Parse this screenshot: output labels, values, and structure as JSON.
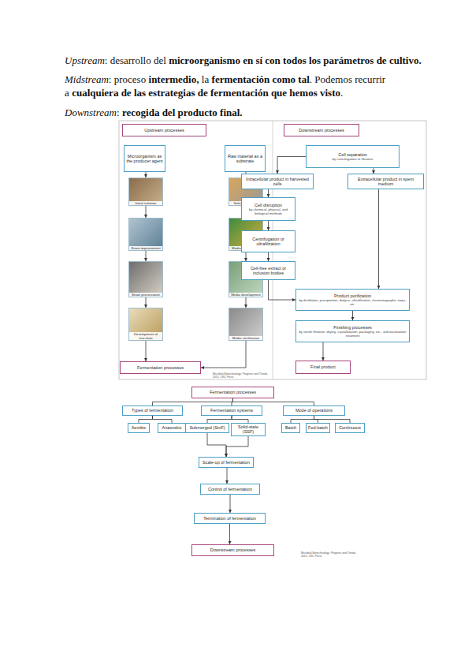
{
  "diagram": {
    "nodes": [
      {
        "text": [
          "Upstream processes"
        ]
      },
      {
        "text": [
          "Microorganism as the producer agent"
        ]
      },
      {
        "text": [
          "Initial isolation"
        ]
      },
      {
        "text": [
          "Strain improvement"
        ]
      },
      {
        "text": [
          "Strain preservation"
        ]
      },
      {
        "text": [
          "Development of inoculum"
        ]
      },
      {
        "text": [
          "Raw material as a substrate"
        ]
      },
      {
        "text": [
          "Select substrate"
        ]
      },
      {
        "text": [
          "Media optimization"
        ]
      },
      {
        "text": [
          "Media development"
        ]
      },
      {
        "text": [
          "Media sterilization"
        ]
      },
      {
        "text": [
          "Fermentation processes"
        ]
      },
      {
        "text": [
          "Downstream processes"
        ]
      },
      {
        "text": [
          "Cell separation",
          "by centrifugation or filtration"
        ]
      },
      {
        "text": [
          "Intracellular product in harvested cells"
        ]
      },
      {
        "text": [
          "Extracellular product in spent medium"
        ]
      },
      {
        "text": [
          "Cell disruption",
          "by chemical, physical, and biological methods"
        ]
      },
      {
        "text": [
          "Centrifugation or ultrafiltration"
        ]
      },
      {
        "text": [
          "Cell-free extract or inclusion bodies"
        ]
      },
      {
        "text": [
          "Product purification",
          "by distillation, precipitation, dialysis, ultrafiltration, chromatographic steps, etc."
        ]
      },
      {
        "text": [
          "Finishing processes",
          "by sterile filtration, drying, crystallization, packaging, etc., and wastewater treatment"
        ]
      },
      {
        "text": [
          "Final product"
        ]
      },
      {
        "text": [
          "Fermentation processes"
        ]
      },
      {
        "text": [
          "Types of fermentation"
        ]
      },
      {
        "text": [
          "Aerobic"
        ]
      },
      {
        "text": [
          "Anaerobic"
        ]
      },
      {
        "text": [
          "Fermentation systems"
        ]
      },
      {
        "text": [
          "Submerged (SmF)"
        ]
      },
      {
        "text": [
          "Solid-state (SSF)"
        ]
      },
      {
        "text": [
          "Mode of operations"
        ]
      },
      {
        "text": [
          "Batch"
        ]
      },
      {
        "text": [
          "Fed-batch"
        ]
      },
      {
        "text": [
          "Continuous"
        ]
      },
      {
        "text": [
          "Scale-up of fermentation"
        ]
      },
      {
        "text": [
          "Control of fermentation"
        ]
      },
      {
        "text": [
          "Termination of fermentation"
        ]
      },
      {
        "text": [
          "Downstream processes"
        ]
      }
    ],
    "edges": [
      {
        "from": 1,
        "to": 2,
        "arrow": "to"
      },
      {
        "from": 2,
        "to": 3,
        "arrow": "to"
      },
      {
        "from": 3,
        "to": 4,
        "arrow": "to"
      },
      {
        "from": 4,
        "to": 5,
        "arrow": "to"
      },
      {
        "from": 5,
        "to": 11,
        "arrow": "to"
      },
      {
        "from": 6,
        "to": 7,
        "arrow": "to"
      },
      {
        "from": 7,
        "to": 8,
        "arrow": "to"
      },
      {
        "from": 8,
        "to": 9,
        "arrow": "to"
      },
      {
        "from": 9,
        "to": 10,
        "arrow": "to"
      },
      {
        "from": 10,
        "to": 11,
        "arrow": "to"
      },
      {
        "from": 13,
        "to": 14,
        "arrow": "to"
      },
      {
        "from": 13,
        "to": 15,
        "arrow": "to"
      },
      {
        "from": 14,
        "to": 16,
        "arrow": "to"
      },
      {
        "from": 16,
        "to": 17,
        "arrow": "to"
      },
      {
        "from": 17,
        "to": 18,
        "arrow": "to"
      },
      {
        "from": 18,
        "to": 19,
        "arrow": "to"
      },
      {
        "from": 15,
        "to": 19,
        "arrow": "to"
      },
      {
        "from": 19,
        "to": 20,
        "arrow": "to"
      },
      {
        "from": 20,
        "to": 21,
        "arrow": "to"
      },
      {
        "from": 22,
        "to": 23,
        "arrow": "none"
      },
      {
        "from": 22,
        "to": 26,
        "arrow": "none"
      },
      {
        "from": 22,
        "to": 29,
        "arrow": "none"
      },
      {
        "from": 23,
        "to": 24,
        "arrow": "none"
      },
      {
        "from": 23,
        "to": 25,
        "arrow": "none"
      },
      {
        "from": 26,
        "to": 27,
        "arrow": "none"
      },
      {
        "from": 26,
        "to": 28,
        "arrow": "none"
      },
      {
        "from": 29,
        "to": 30,
        "arrow": "none"
      },
      {
        "from": 29,
        "to": 31,
        "arrow": "none"
      },
      {
        "from": 29,
        "to": 32,
        "arrow": "none"
      },
      {
        "from": 27,
        "to": 33,
        "arrow": "to"
      },
      {
        "from": 28,
        "to": 33,
        "arrow": "to"
      },
      {
        "from": 33,
        "to": 34,
        "arrow": "to"
      },
      {
        "from": 34,
        "to": 35,
        "arrow": "to"
      },
      {
        "from": 35,
        "to": 36,
        "arrow": "to"
      }
    ],
    "labels": [
      "Upstream",
      ": desarrollo del",
      "microorganismo en sí con todos los parámetros de cultivo.",
      "Midstream",
      ": proceso",
      "intermedio,",
      "la",
      "fermentación como tal",
      ". Podemos recurrir a",
      "cualquiera de las estrategias de fermentación que hemos visto",
      ".",
      "Downstream",
      ":",
      "recogida del producto final.",
      "Microbial Biotechnology: Progress and Trends,",
      "2015, CRC Press",
      "Microbial Biotechnology: Progress and Trends,",
      "2015, CRC Press"
    ]
  }
}
